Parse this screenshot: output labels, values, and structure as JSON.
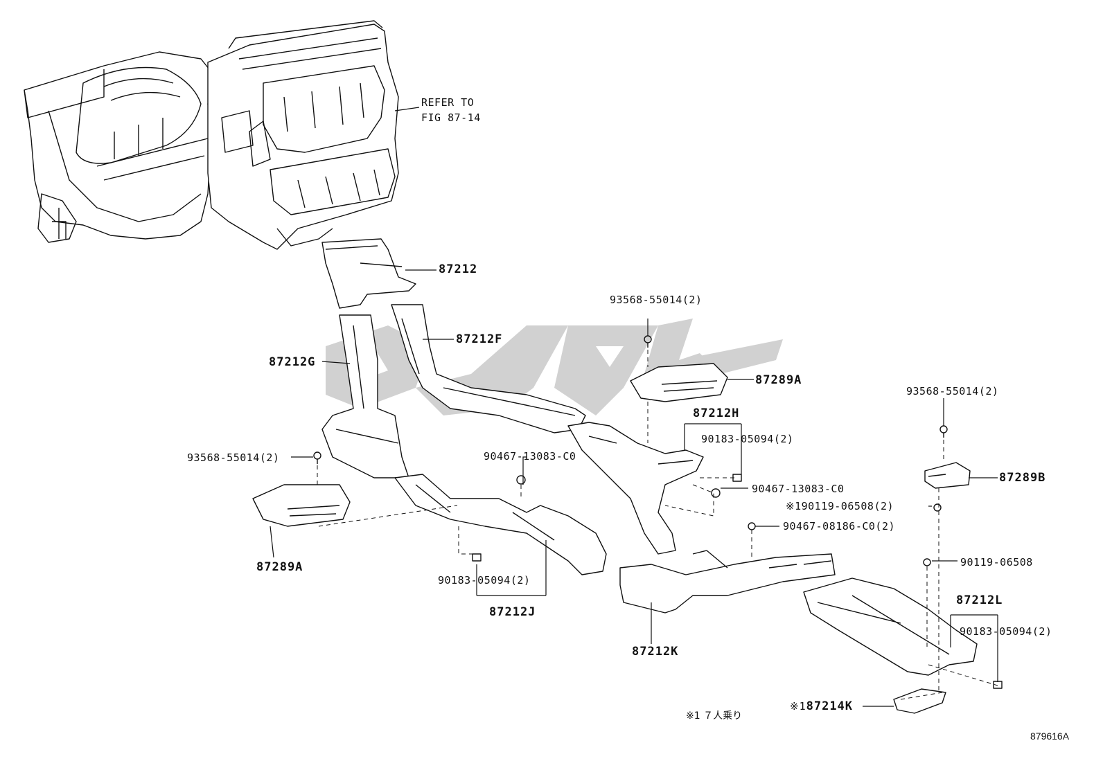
{
  "refer": {
    "line1": "REFER TO",
    "line2": "FIG 87-14"
  },
  "labels": {
    "p87212": "87212",
    "p87212F": "87212F",
    "p87212G": "87212G",
    "p87212H": "87212H",
    "p87212J": "87212J",
    "p87212K": "87212K",
    "p87212L": "87212L",
    "p87289A_top": "87289A",
    "p87289A_left": "87289A",
    "p87289B": "87289B",
    "p87214K": "87214K",
    "screw_center": "93568-55014(2)",
    "screw_left": "93568-55014(2)",
    "screw_right": "93568-55014(2)",
    "clip_h": "90183-05094(2)",
    "clip_j": "90183-05094(2)",
    "clip_l": "90183-05094(2)",
    "rivet_j": "90467-13083-C0",
    "rivet_h": "90467-13083-C0",
    "screw_b_note": "※190119-06508(2)",
    "rivet_k": "90467-08186-C0(2)",
    "screw_l": "90119-06508",
    "p87214K_prefix": "※1"
  },
  "footnote": "※1 ７人乗り",
  "figure_number": "879616A",
  "colors": {
    "line": "#111111",
    "watermark": "#c8c8c8"
  }
}
